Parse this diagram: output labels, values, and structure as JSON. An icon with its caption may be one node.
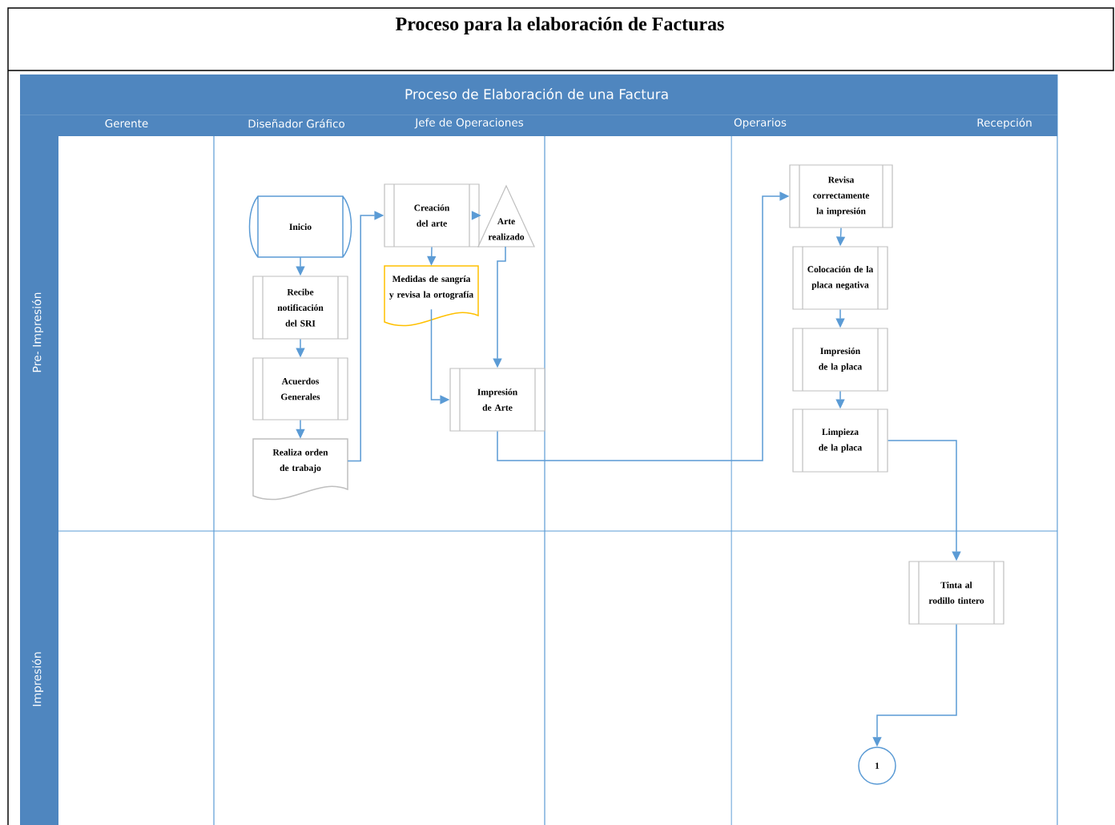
{
  "diagram": {
    "title": "Proceso para la elaboración de Facturas",
    "nodes": [
      {
        "text": [
          "Inicio"
        ]
      },
      {
        "text": [
          "Recibe notificación del SRI"
        ]
      },
      {
        "text": [
          "Acuerdos Generales"
        ]
      },
      {
        "text": [
          "Realiza orden de trabajo"
        ]
      },
      {
        "text": [
          "Creación del arte"
        ]
      },
      {
        "text": [
          "Arte realizado"
        ]
      },
      {
        "text": [
          "Medidas de sangría y revisa la ortografía"
        ]
      },
      {
        "text": [
          "Impresión de Arte"
        ]
      },
      {
        "text": [
          "Revisa correctamente la impresión"
        ]
      },
      {
        "text": [
          "Colocación de la placa negativa"
        ]
      },
      {
        "text": [
          "Impresión de la placa"
        ]
      },
      {
        "text": [
          "Limpieza de la placa"
        ]
      },
      {
        "text": [
          "Tinta al rodillo tintero"
        ]
      },
      {
        "text": [
          "1"
        ]
      }
    ],
    "edges": [
      {
        "from": 0,
        "to": 1,
        "arrow": "to"
      },
      {
        "from": 1,
        "to": 2,
        "arrow": "to"
      },
      {
        "from": 2,
        "to": 3,
        "arrow": "to"
      },
      {
        "from": 3,
        "to": 4,
        "arrow": "to"
      },
      {
        "from": 4,
        "to": 5,
        "arrow": "to"
      },
      {
        "from": 4,
        "to": 6,
        "arrow": "to"
      },
      {
        "from": 5,
        "to": 7,
        "arrow": "to"
      },
      {
        "from": 6,
        "to": 7,
        "arrow": "to"
      },
      {
        "from": 7,
        "to": 8,
        "arrow": "to"
      },
      {
        "from": 8,
        "to": 9,
        "arrow": "to"
      },
      {
        "from": 9,
        "to": 10,
        "arrow": "to"
      },
      {
        "from": 10,
        "to": 11,
        "arrow": "to"
      },
      {
        "from": 11,
        "to": 12,
        "arrow": "to"
      },
      {
        "from": 12,
        "to": 13,
        "arrow": "to"
      }
    ],
    "labels": [
      "Proceso de Elaboración de una Factura",
      "Gerente",
      "Diseñador Gráfico",
      "Jefe de Operaciones",
      "Operarios",
      "Recepción",
      "Pre- Impresión",
      "Impresión"
    ]
  }
}
